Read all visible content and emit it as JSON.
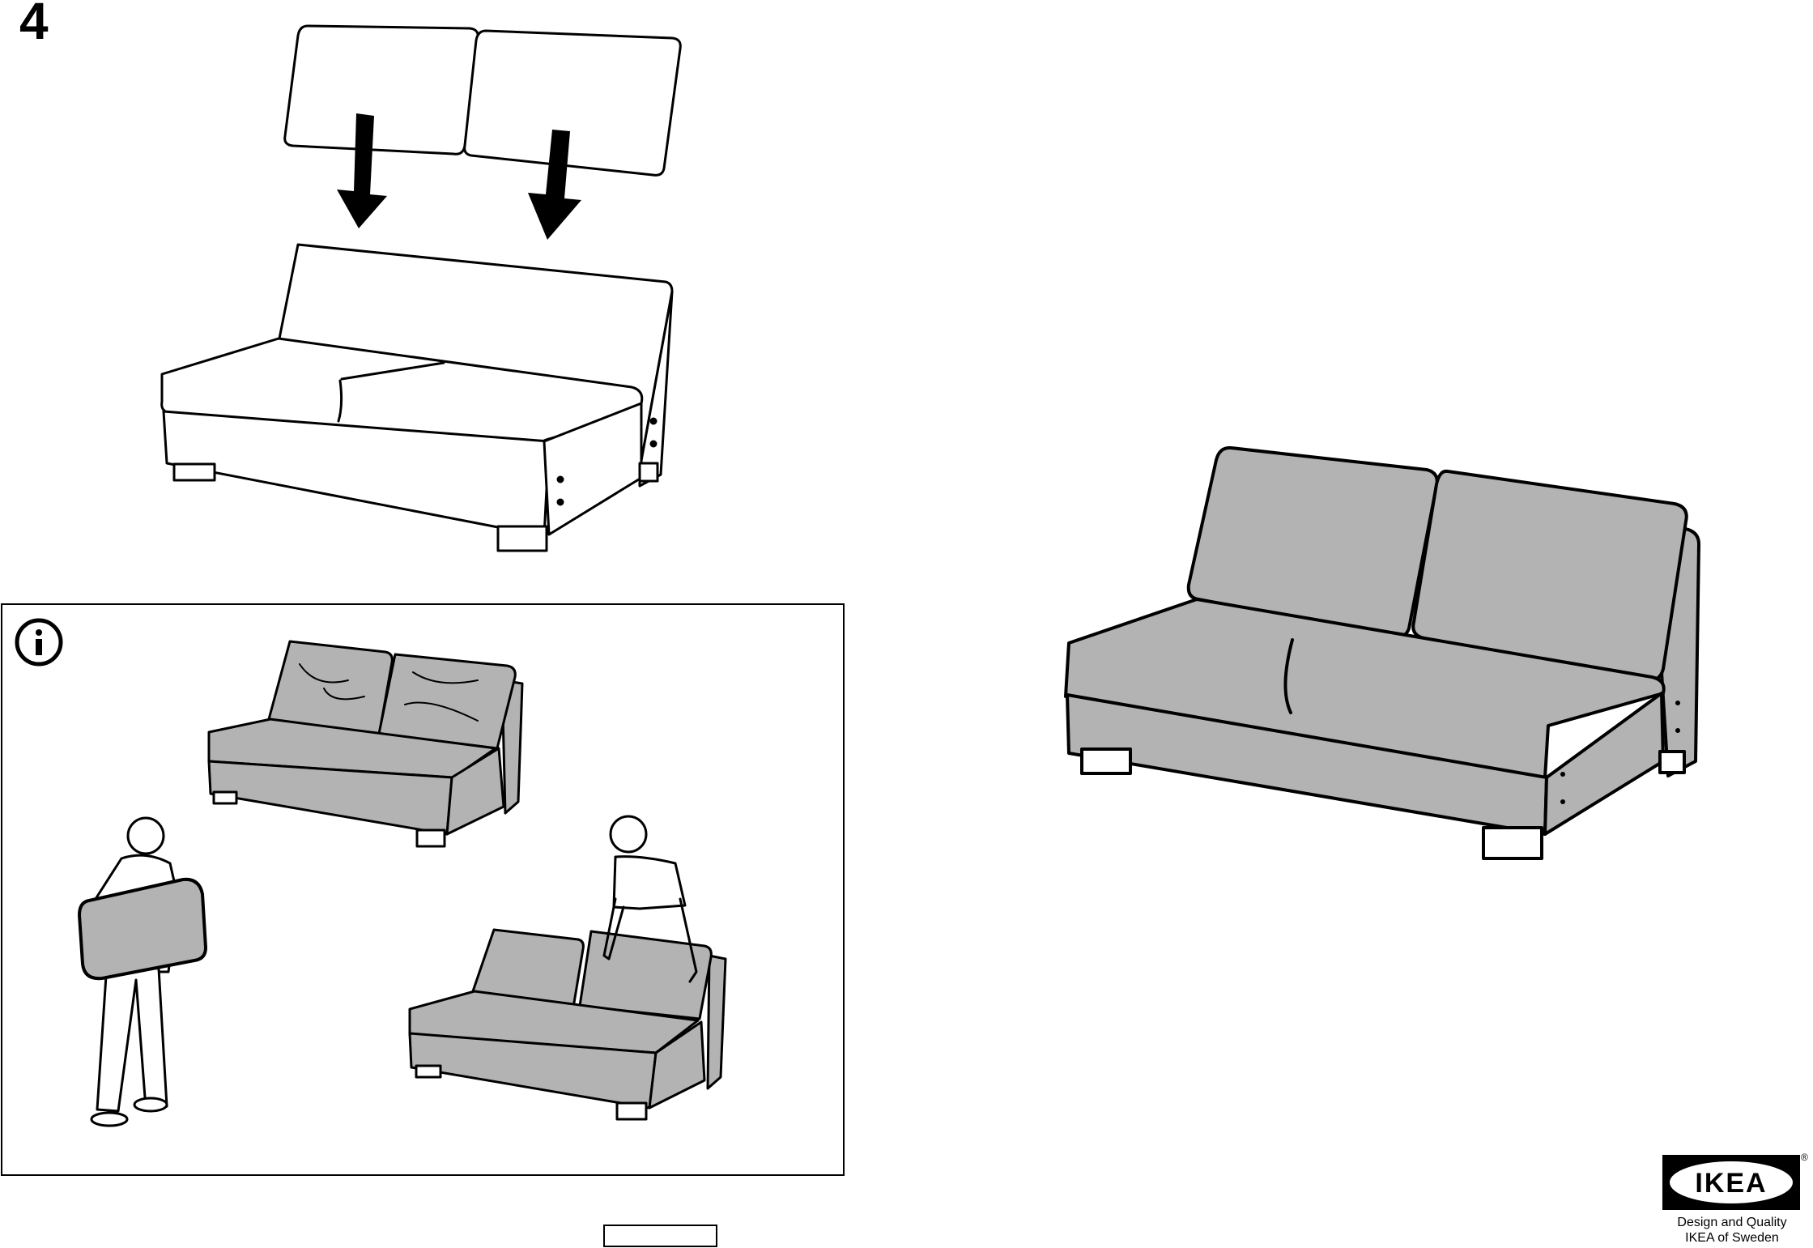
{
  "step": {
    "number": "4"
  },
  "info": {
    "icon": "info-icon"
  },
  "brand": {
    "logo_text": "IKEA",
    "registered": "®",
    "tagline_1": "Design and Quality",
    "tagline_2": "IKEA of Sweden"
  },
  "colors": {
    "ink": "#000000",
    "fabric": "#b3b3b3",
    "paper": "#ffffff",
    "logo_blue": "#000000"
  }
}
